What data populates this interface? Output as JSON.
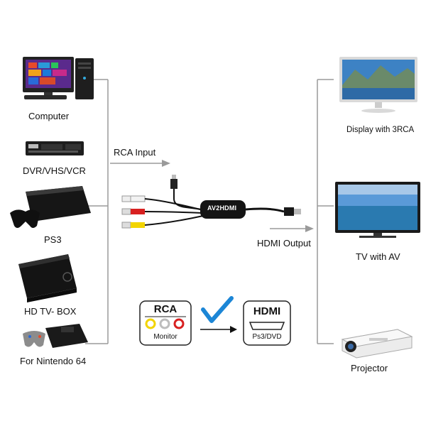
{
  "sources": [
    {
      "id": "computer",
      "label": "Computer",
      "icon": "computer-icon"
    },
    {
      "id": "dvr",
      "label": "DVR/VHS/VCR",
      "icon": "dvr-player-icon"
    },
    {
      "id": "ps3",
      "label": "PS3",
      "icon": "ps3-console-icon"
    },
    {
      "id": "hdtvbox",
      "label": "HD TV- BOX",
      "icon": "tv-box-icon"
    },
    {
      "id": "n64",
      "label": "For Nintendo 64",
      "icon": "nintendo-64-icon"
    }
  ],
  "outputs": [
    {
      "id": "display",
      "label": "Display with 3RCA",
      "icon": "monitor-icon"
    },
    {
      "id": "tv",
      "label": "TV with AV",
      "icon": "tv-icon"
    },
    {
      "id": "projector",
      "label": "Projector",
      "icon": "projector-icon"
    }
  ],
  "flow": {
    "input_label": "RCA Input",
    "output_label": "HDMI Output",
    "converter_label": "AV2HDMI"
  },
  "badges": {
    "rca_title": "RCA",
    "rca_sub": "Monitor",
    "hdmi_title": "HDMI",
    "hdmi_sub": "Ps3/DVD"
  },
  "colors": {
    "line": "#9a9a9a",
    "check": "#1c86d6",
    "rca_yellow": "#f2d400",
    "rca_white": "#f2f2f2",
    "rca_red": "#d82020",
    "device_black": "#1a1a1a"
  }
}
